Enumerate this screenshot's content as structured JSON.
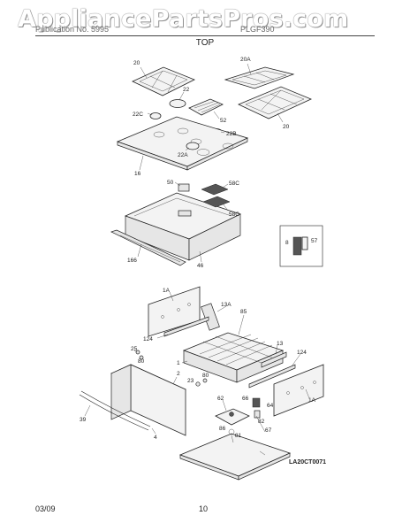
{
  "watermark": "AppliancePartsPros.com",
  "header": {
    "left": "Publication No. 5995",
    "right": "PLGF390",
    "section": "TOP"
  },
  "callouts": [
    "20",
    "20A",
    "22",
    "22C",
    "52",
    "22B",
    "20",
    "16",
    "22A",
    "50",
    "58C",
    "58C",
    "166",
    "46",
    "8",
    "57",
    "1A",
    "13A",
    "85",
    "124",
    "13",
    "124",
    "1",
    "25",
    "80",
    "2",
    "23",
    "80",
    "39",
    "4",
    "62",
    "66",
    "64",
    "82",
    "86",
    "81",
    "67",
    "1A"
  ],
  "diagram_code": "LA20CT0071",
  "footer": {
    "date": "03/09",
    "page": "10"
  }
}
